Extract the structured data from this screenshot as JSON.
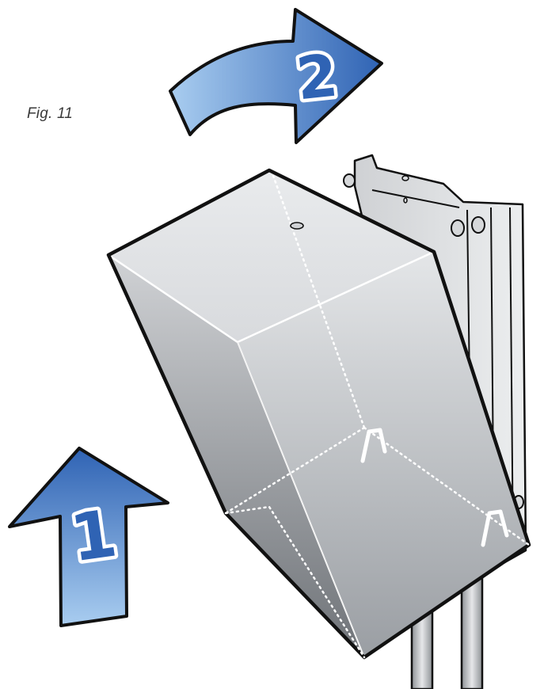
{
  "figure": {
    "caption": "Fig. 11"
  },
  "steps": [
    {
      "number": "1",
      "icon": "up-arrow-icon",
      "direction": "up"
    },
    {
      "number": "2",
      "icon": "curved-right-arrow-icon",
      "direction": "right"
    }
  ],
  "colors": {
    "arrow_dark": "#2f63b4",
    "arrow_light": "#a9cdf0",
    "outline": "#111111",
    "box_light": "#e6e8ea",
    "box_dark": "#7d8186",
    "panel": "#e2e3e5"
  }
}
